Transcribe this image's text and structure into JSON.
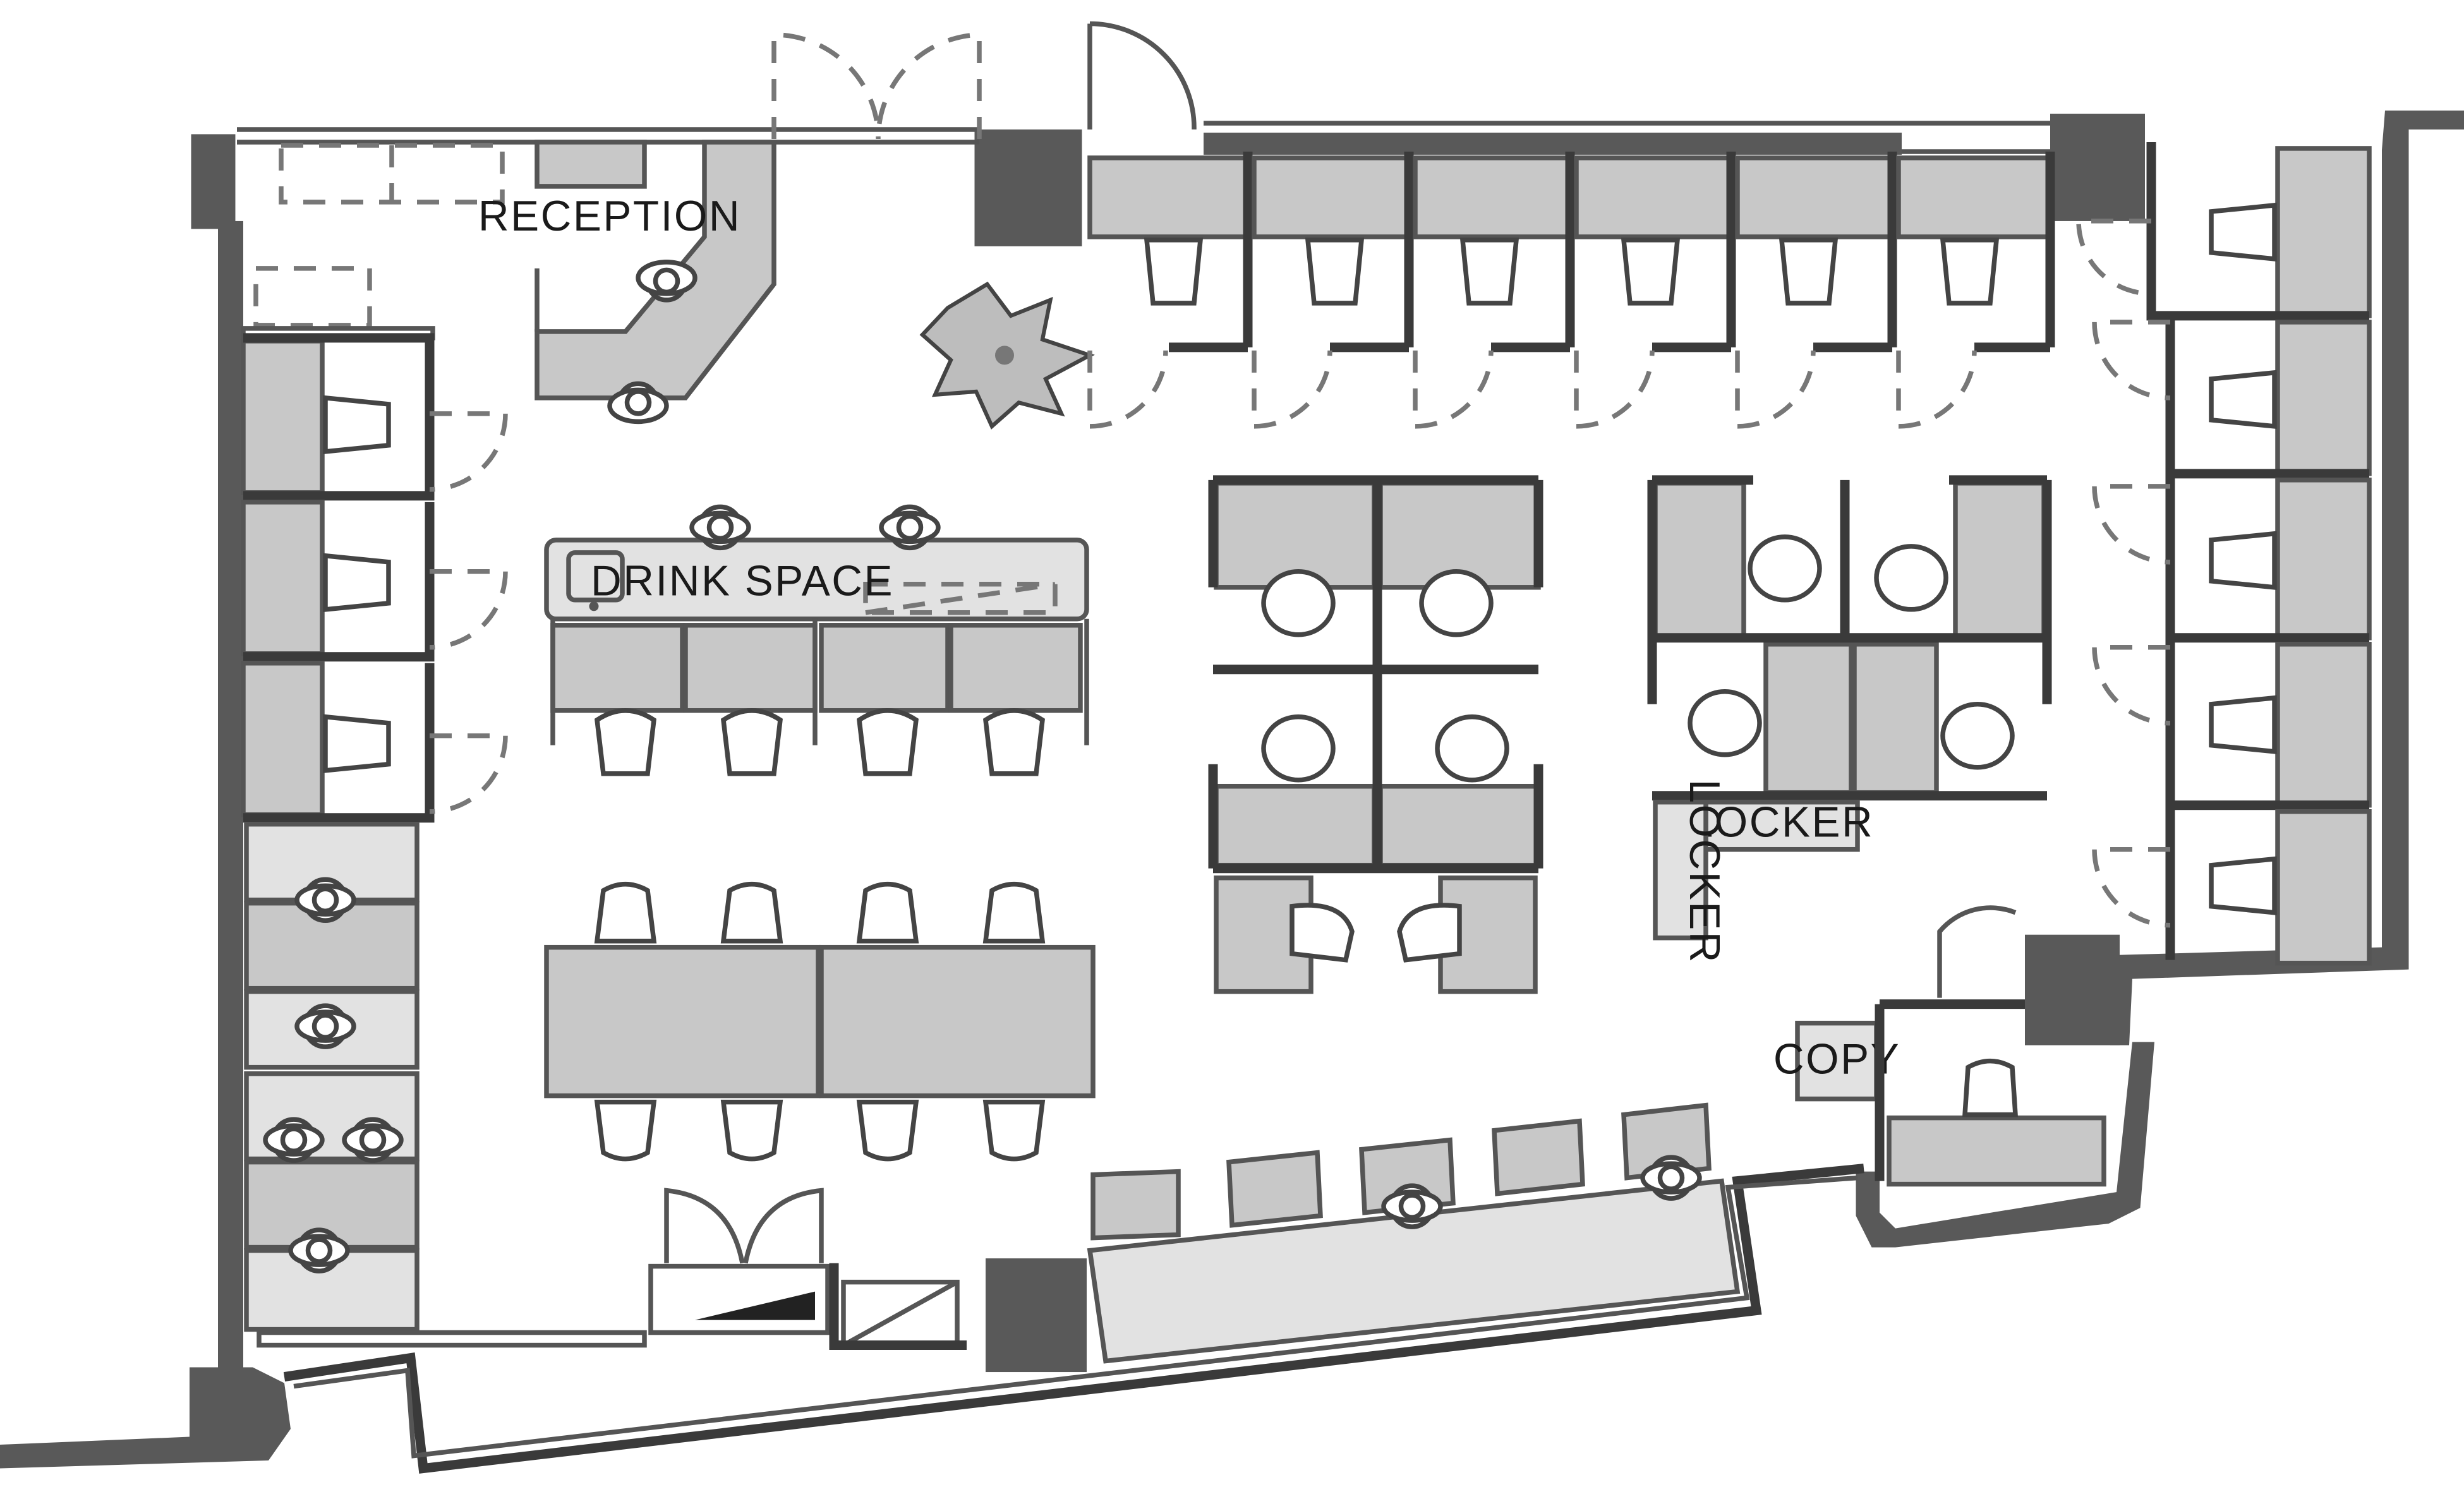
{
  "labels": {
    "reception": "RECEPTION",
    "drink_space": "DRINK SPACE",
    "locker_horizontal": "LOCKER",
    "locker_vertical": "LOCKER",
    "copy": "COPY"
  },
  "colors": {
    "wall": "#595959",
    "desk": "#c8c8c8",
    "line": "#555555"
  }
}
